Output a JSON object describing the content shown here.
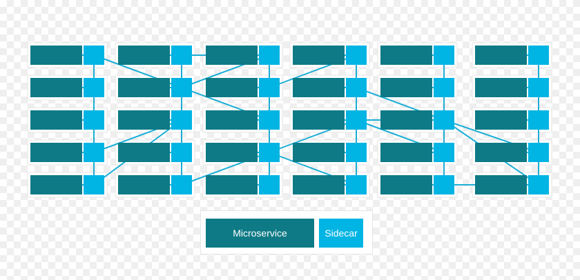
{
  "colors": {
    "microservice": "#0e7a86",
    "sidecar": "#00b4e3",
    "link": "#1aaed5",
    "card": "#ffffff",
    "card_border": "#e4e4e4"
  },
  "mesh": {
    "columns": 6,
    "rows": 5,
    "cross_links": [
      [
        [
          0,
          0
        ],
        [
          1,
          1
        ]
      ],
      [
        [
          0,
          4
        ],
        [
          1,
          2
        ]
      ],
      [
        [
          0,
          3
        ],
        [
          1,
          2
        ]
      ],
      [
        [
          1,
          1
        ],
        [
          2,
          0
        ]
      ],
      [
        [
          1,
          1
        ],
        [
          2,
          2
        ]
      ],
      [
        [
          1,
          4
        ],
        [
          2,
          3
        ]
      ],
      [
        [
          1,
          0
        ],
        [
          2,
          0
        ]
      ],
      [
        [
          2,
          3
        ],
        [
          3,
          2
        ]
      ],
      [
        [
          2,
          1
        ],
        [
          3,
          0
        ]
      ],
      [
        [
          2,
          3
        ],
        [
          3,
          4
        ]
      ],
      [
        [
          3,
          2
        ],
        [
          4,
          3
        ]
      ],
      [
        [
          3,
          1
        ],
        [
          4,
          2
        ]
      ],
      [
        [
          3,
          2
        ],
        [
          4,
          2
        ]
      ],
      [
        [
          4,
          2
        ],
        [
          5,
          3
        ]
      ],
      [
        [
          4,
          2
        ],
        [
          5,
          4
        ]
      ],
      [
        [
          4,
          4
        ],
        [
          5,
          4
        ]
      ]
    ]
  },
  "legend": {
    "microservice_label": "Microservice",
    "sidecar_label": "Sidecar"
  }
}
